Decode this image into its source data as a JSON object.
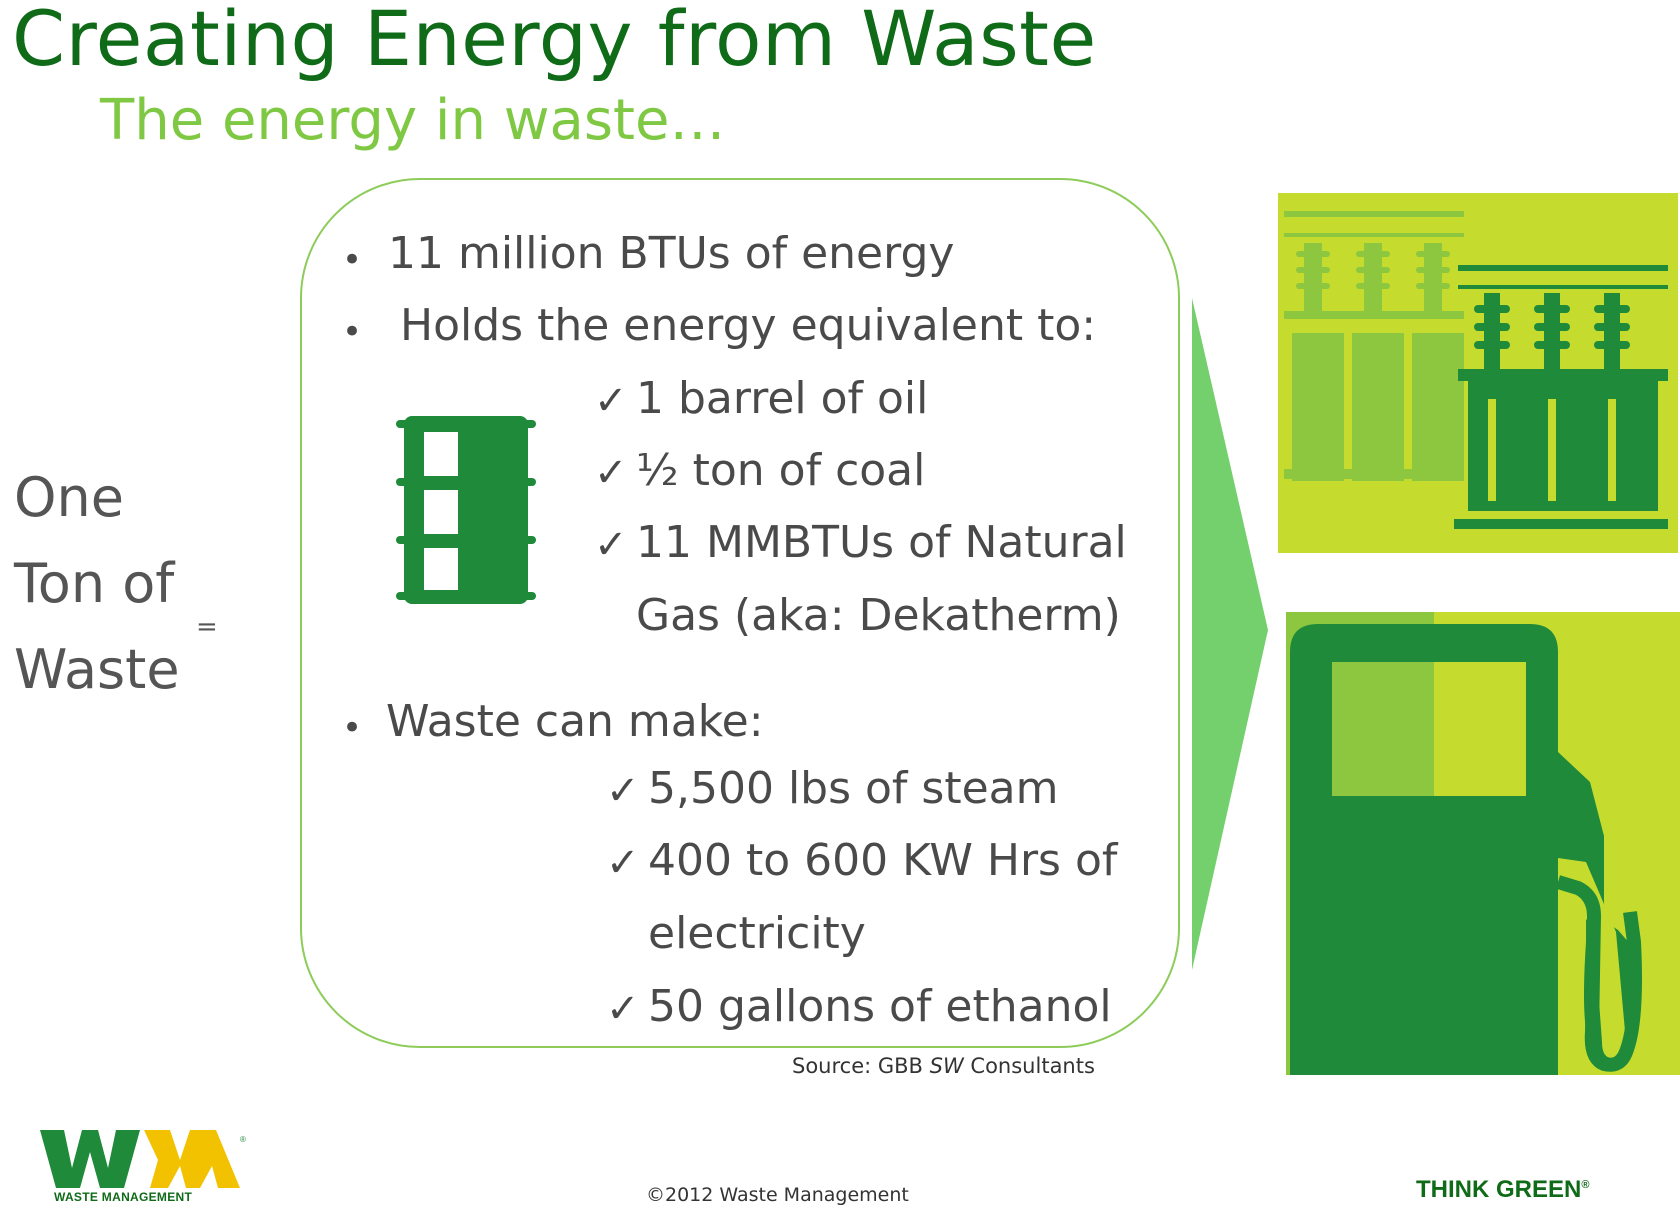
{
  "header": {
    "title": "Creating Energy from Waste",
    "subtitle": "The energy in waste…"
  },
  "left_label": {
    "lines": [
      "One",
      "Ton of",
      "Waste"
    ],
    "equals": "="
  },
  "content": {
    "bullets": [
      "11 million BTUs of energy",
      "Holds the energy equivalent to:",
      "Waste can make:"
    ],
    "equivalents": [
      "1 barrel of oil",
      "½ ton of coal",
      "11 MMBTUs of Natural",
      "Gas (aka: Dekatherm)"
    ],
    "products": [
      "5,500 lbs of steam",
      "400 to 600 KW Hrs of",
      "electricity",
      "50 gallons of ethanol"
    ],
    "check_glyph": "✓",
    "bullet_glyph": "•"
  },
  "source": {
    "prefix": "Source:  GBB ",
    "italic": "SW",
    "suffix": " Consultants"
  },
  "footer": {
    "copyright": "©2012 Waste Management",
    "logo_text": "WM",
    "logo_subtext": "WASTE MANAGEMENT",
    "tagline": "THINK GREEN",
    "registered": "®"
  },
  "icons": {
    "barrel": "oil-barrel-icon",
    "power": "power-transformer-icon",
    "pump": "fuel-pump-icon",
    "arrow": "arrow-right-icon"
  },
  "colors": {
    "title_green": "#0f6b17",
    "subtitle_green": "#7fc843",
    "icon_dark_green": "#1e8a3a",
    "tile_lime": "#c5dc2e",
    "arrow_green": "#74d06c"
  }
}
